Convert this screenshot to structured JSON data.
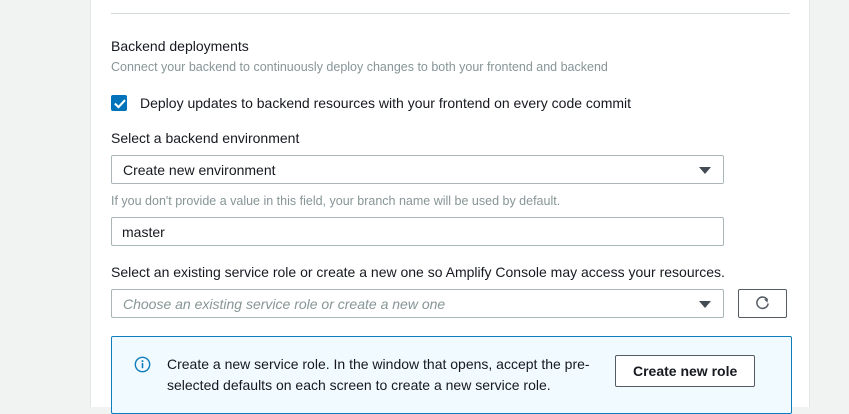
{
  "section": {
    "title": "Backend deployments",
    "subtitle": "Connect your backend to continuously deploy changes to both your frontend and backend"
  },
  "deploy_checkbox": {
    "label": "Deploy updates to backend resources with your frontend on every code commit",
    "checked": true,
    "icon": "checkmark-icon",
    "accent_color": "#0073bb"
  },
  "environment": {
    "label": "Select a backend environment",
    "selected": "Create new environment",
    "options": [
      "Create new environment"
    ],
    "caret_icon": "chevron-down-icon",
    "helper_text": "If you don't provide a value in this field, your branch name will be used by default.",
    "name_value": "master",
    "name_placeholder": ""
  },
  "service_role": {
    "label": "Select an existing service role or create a new one so Amplify Console may access your resources.",
    "placeholder": "Choose an existing service role or create a new one",
    "selected": "",
    "caret_icon": "chevron-down-icon",
    "refresh_icon": "refresh-icon"
  },
  "info_alert": {
    "icon": "info-circle-icon",
    "message": "Create a new service role. In the window that opens, accept the pre-selected defaults on each screen to create a new service role.",
    "button_label": "Create new role",
    "border_color": "#0f7dbd",
    "background_color": "#f1faff"
  }
}
